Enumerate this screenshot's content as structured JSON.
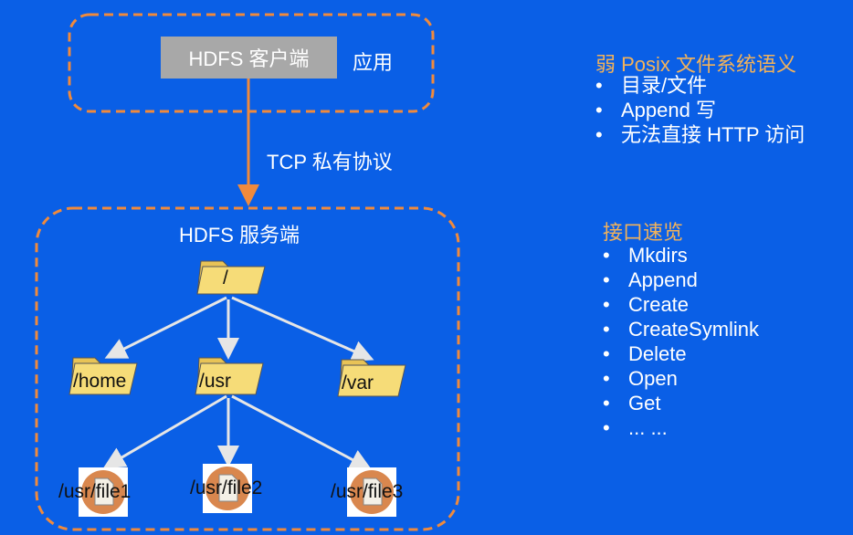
{
  "client": {
    "label": "HDFS 客户端",
    "app_label": "应用"
  },
  "protocol": {
    "label": "TCP 私有协议"
  },
  "server": {
    "label": "HDFS 服务端",
    "root": "/",
    "folders": [
      "/home",
      "/usr",
      "/var"
    ],
    "files": [
      "/usr/file1",
      "/usr/file2",
      "/usr/file3"
    ]
  },
  "posix": {
    "heading": "弱 Posix 文件系统语义",
    "items": [
      "目录/文件",
      "Append 写",
      "无法直接 HTTP 访问"
    ]
  },
  "api": {
    "heading": "接口速览",
    "items": [
      "Mkdirs",
      "Append",
      "Create",
      "CreateSymlink",
      "Delete",
      "Open",
      "Get",
      "... ..."
    ]
  },
  "colors": {
    "background": "#0a5fe6",
    "dashed_border": "#f08a3c",
    "arrow": "#f08a3c",
    "heading": "#f2b25a",
    "folder": "#f6dc78",
    "file_circle": "#d9874e"
  }
}
